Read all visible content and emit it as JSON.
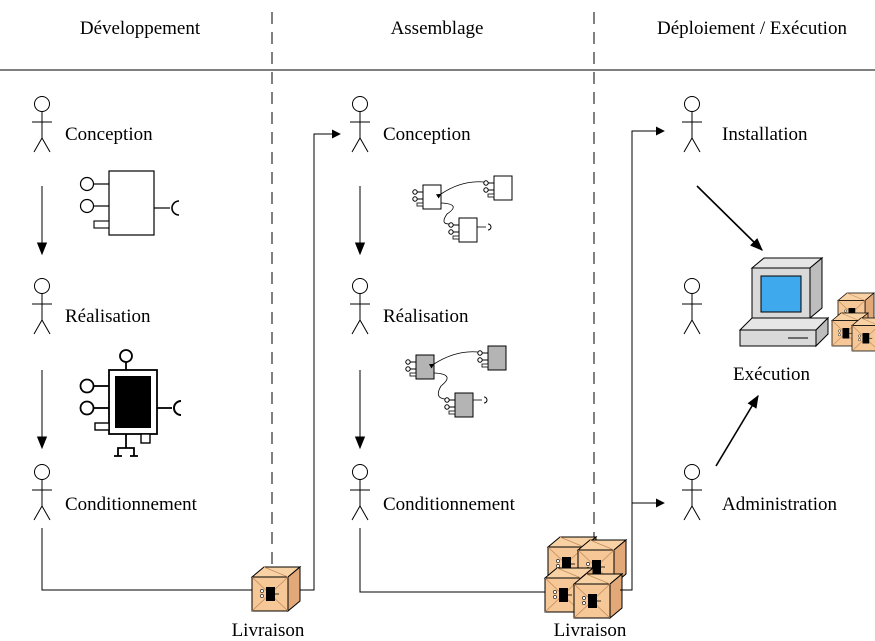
{
  "headers": {
    "development": "Développement",
    "assembly": "Assemblage",
    "deployment": "Déploiement / Exécution"
  },
  "development": {
    "roles": [
      "Conception",
      "Réalisation",
      "Conditionnement"
    ]
  },
  "assembly": {
    "roles": [
      "Conception",
      "Réalisation",
      "Conditionnement"
    ]
  },
  "deployment": {
    "roles": [
      "Installation",
      "Exécution",
      "Administration"
    ]
  },
  "deliveries": [
    "Livraison",
    "Livraison"
  ],
  "colors": {
    "box_fill": "#f6c898",
    "box_dark": "#e2a878",
    "gray_component": "#b4b4b4",
    "screen": "#3fa9ee"
  }
}
